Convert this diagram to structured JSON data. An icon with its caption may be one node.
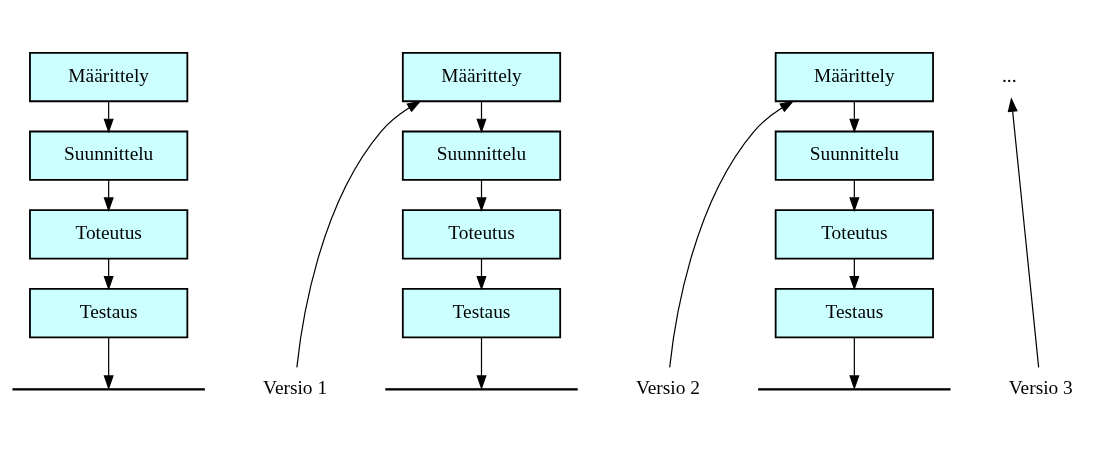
{
  "diagram": {
    "nodes": [
      {
        "text": [
          "Määrittely"
        ]
      },
      {
        "text": [
          "Suunnittelu"
        ]
      },
      {
        "text": [
          "Toteutus"
        ]
      },
      {
        "text": [
          "Testaus"
        ]
      },
      {
        "text": [],
        "shape": "bar"
      },
      {
        "text": [
          "Versio 1"
        ]
      },
      {
        "text": [
          "Määrittely"
        ]
      },
      {
        "text": [
          "Suunnittelu"
        ]
      },
      {
        "text": [
          "Toteutus"
        ]
      },
      {
        "text": [
          "Testaus"
        ]
      },
      {
        "text": [],
        "shape": "bar"
      },
      {
        "text": [
          "Versio 2"
        ]
      },
      {
        "text": [
          "Määrittely"
        ]
      },
      {
        "text": [
          "Suunnittelu"
        ]
      },
      {
        "text": [
          "Toteutus"
        ]
      },
      {
        "text": [
          "Testaus"
        ]
      },
      {
        "text": [],
        "shape": "bar"
      },
      {
        "text": [
          "Versio 3"
        ]
      },
      {
        "text": [
          "..."
        ]
      }
    ],
    "edges": [
      {
        "from": 0,
        "to": 1,
        "arrow": "to"
      },
      {
        "from": 1,
        "to": 2,
        "arrow": "to"
      },
      {
        "from": 2,
        "to": 3,
        "arrow": "to"
      },
      {
        "from": 3,
        "to": 4,
        "arrow": "to"
      },
      {
        "from": 5,
        "to": 6,
        "arrow": "to"
      },
      {
        "from": 6,
        "to": 7,
        "arrow": "to"
      },
      {
        "from": 7,
        "to": 8,
        "arrow": "to"
      },
      {
        "from": 8,
        "to": 9,
        "arrow": "to"
      },
      {
        "from": 9,
        "to": 10,
        "arrow": "to"
      },
      {
        "from": 11,
        "to": 12,
        "arrow": "to"
      },
      {
        "from": 12,
        "to": 13,
        "arrow": "to"
      },
      {
        "from": 13,
        "to": 14,
        "arrow": "to"
      },
      {
        "from": 14,
        "to": 15,
        "arrow": "to"
      },
      {
        "from": 15,
        "to": 16,
        "arrow": "to"
      },
      {
        "from": 17,
        "to": 18,
        "arrow": "to"
      }
    ]
  }
}
